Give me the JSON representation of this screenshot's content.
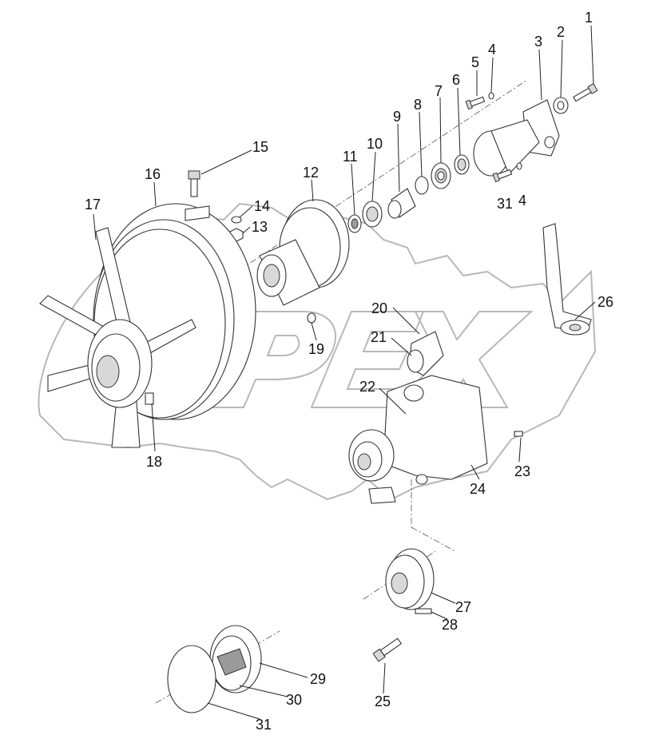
{
  "callouts": [
    {
      "id": "c1",
      "text": "1"
    },
    {
      "id": "c2",
      "text": "2"
    },
    {
      "id": "c3",
      "text": "3"
    },
    {
      "id": "c4a",
      "text": "4"
    },
    {
      "id": "c5",
      "text": "5"
    },
    {
      "id": "c6",
      "text": "6"
    },
    {
      "id": "c7",
      "text": "7"
    },
    {
      "id": "c8",
      "text": "8"
    },
    {
      "id": "c9",
      "text": "9"
    },
    {
      "id": "c10",
      "text": "10"
    },
    {
      "id": "c11",
      "text": "11"
    },
    {
      "id": "c12",
      "text": "12"
    },
    {
      "id": "c13",
      "text": "13"
    },
    {
      "id": "c14",
      "text": "14"
    },
    {
      "id": "c15",
      "text": "15"
    },
    {
      "id": "c16",
      "text": "16"
    },
    {
      "id": "c17",
      "text": "17"
    },
    {
      "id": "c18",
      "text": "18"
    },
    {
      "id": "c19",
      "text": "19"
    },
    {
      "id": "c20",
      "text": "20"
    },
    {
      "id": "c21",
      "text": "21"
    },
    {
      "id": "c22",
      "text": "22"
    },
    {
      "id": "c23",
      "text": "23"
    },
    {
      "id": "c24",
      "text": "24"
    },
    {
      "id": "c25",
      "text": "25"
    },
    {
      "id": "c26",
      "text": "26"
    },
    {
      "id": "c27",
      "text": "27"
    },
    {
      "id": "c28",
      "text": "28"
    },
    {
      "id": "c29",
      "text": "29"
    },
    {
      "id": "c30",
      "text": "30"
    },
    {
      "id": "c31a",
      "text": "31"
    },
    {
      "id": "c4b",
      "text": "4"
    },
    {
      "id": "c31b",
      "text": "31"
    }
  ],
  "colors": {
    "line": "#222222",
    "watermark": "#b8b8b8",
    "background": "#ffffff"
  }
}
